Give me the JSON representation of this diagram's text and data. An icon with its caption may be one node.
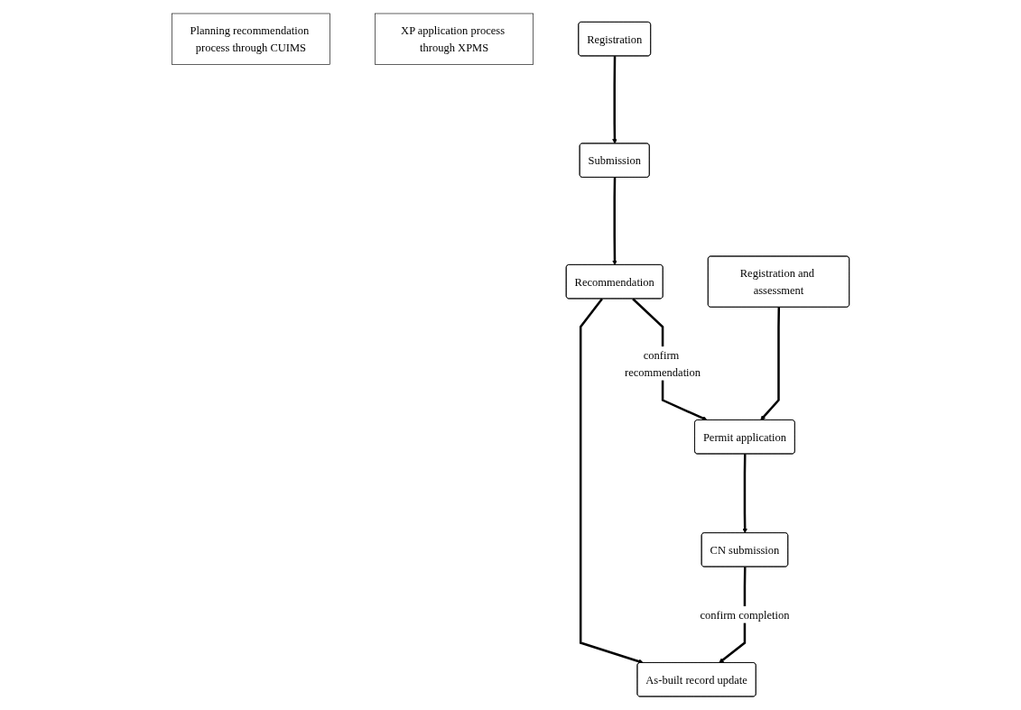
{
  "diagram": {
    "nodes": [
      {
        "text": [
          "Planning recommendation process through CUIMS"
        ]
      },
      {
        "text": [
          "XP application process through XPMS"
        ]
      },
      {
        "text": [
          "Registration"
        ]
      },
      {
        "text": [
          "Submission"
        ]
      },
      {
        "text": [
          "Recommendation"
        ]
      },
      {
        "text": [
          "As-built record update"
        ]
      },
      {
        "text": [
          "Registration and assessment"
        ]
      },
      {
        "text": [
          "Permit application"
        ]
      },
      {
        "text": [
          "CN submission"
        ]
      }
    ],
    "edges": [
      {
        "from": 2,
        "to": 3,
        "arrow": "to"
      },
      {
        "from": 3,
        "to": 4,
        "arrow": "to"
      },
      {
        "from": 4,
        "to": 5,
        "arrow": "to"
      },
      {
        "from": 6,
        "to": 7,
        "arrow": "to"
      },
      {
        "from": 7,
        "to": 8,
        "arrow": "to"
      },
      {
        "from": 4,
        "to": 7,
        "arrow": "to",
        "label": "confirm recommendation"
      },
      {
        "from": 8,
        "to": 5,
        "arrow": "to",
        "label": "confirm completion"
      }
    ]
  }
}
